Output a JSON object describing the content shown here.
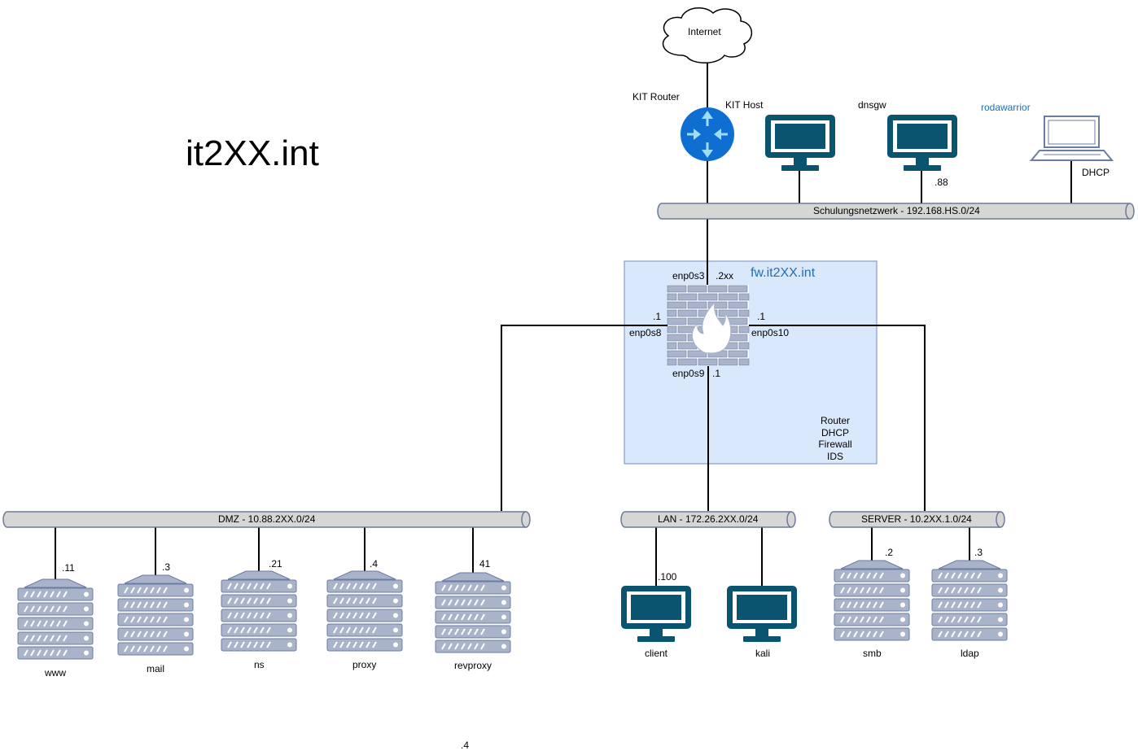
{
  "title": "it2XX.int",
  "firewall": {
    "name": "fw.it2XX.int",
    "roles": [
      "Router",
      "DHCP",
      "Firewall",
      "IDS"
    ],
    "ports": {
      "enp0s3": "enp0s3",
      "enp0s3_ip": ".2xx",
      "enp0s8": "enp0s8",
      "enp0s8_ip": ".1",
      "enp0s9": "enp0s9",
      "enp0s9_ip": ".1",
      "enp0s10": "enp0s10",
      "enp0s10_ip": ".1"
    }
  },
  "internet": {
    "label": "Internet"
  },
  "router": {
    "label": "KIT Router"
  },
  "schulungsnetz": {
    "label": "Schulungsnetzwerk - 192.168.HS.0/24",
    "hosts": [
      {
        "name": "KIT Host",
        "ip": ""
      },
      {
        "name": "dnsgw",
        "ip": ".88"
      },
      {
        "name": "rodawarrior",
        "ip": "DHCP"
      }
    ]
  },
  "dmz": {
    "label": "DMZ - 10.88.2XX.0/24",
    "servers": [
      {
        "name": "www",
        "ip": ".11"
      },
      {
        "name": "mail",
        "ip": ".3"
      },
      {
        "name": "ns",
        "ip": ".21"
      },
      {
        "name": "proxy",
        "ip": ".4"
      },
      {
        "name": "revproxy",
        "ip": "41"
      }
    ]
  },
  "lan": {
    "label": "LAN - 172.26.2XX.0/24",
    "hosts": [
      {
        "name": "client",
        "ip": ".100"
      },
      {
        "name": "kali",
        "ip": ""
      }
    ]
  },
  "server_net": {
    "label": "SERVER - 10.2XX.1.0/24",
    "servers": [
      {
        "name": "smb",
        "ip": ".2"
      },
      {
        "name": "ldap",
        "ip": ".3"
      }
    ]
  },
  "stray_label": ".4",
  "colors": {
    "monitor": "#0b5470",
    "server": "#a9b3c9",
    "server_stroke": "#6b7da3",
    "bus_fill": "#d6d6d6",
    "bus_stroke": "#6b7b99",
    "router": "#0f6ed1",
    "firewall": "#a9b3c9",
    "fw_zone_fill": "#dae8fc",
    "fw_zone_stroke": "#6c8ebf",
    "accent_text": "#1f6fb5"
  }
}
